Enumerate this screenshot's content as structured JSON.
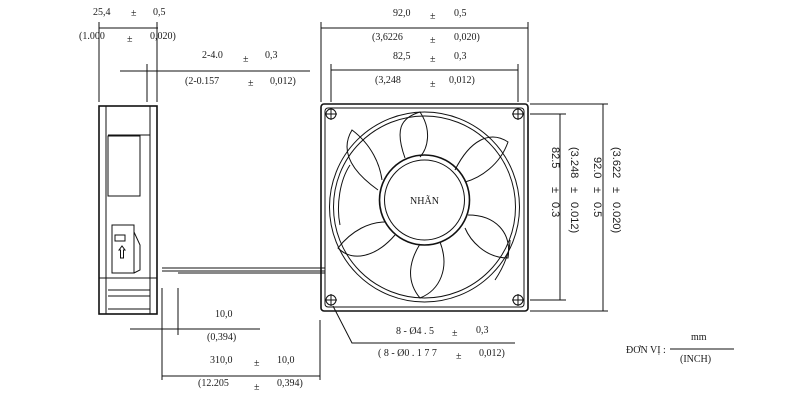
{
  "dims": {
    "thickness": {
      "mm": "25,4",
      "pm": "±",
      "tol": "0,5",
      "inch": "(1.000",
      "inch_tol": "0,020)"
    },
    "mount_holes_side": {
      "mm": "2-4.0",
      "pm": "±",
      "tol": "0,3",
      "inch": "(2-0.157",
      "inch_tol": "0,012)"
    },
    "width_outer": {
      "mm": "92,0",
      "pm": "±",
      "tol": "0,5",
      "inch": "(3,6226",
      "inch_tol": "0,020)"
    },
    "width_holes": {
      "mm": "82,5",
      "pm": "±",
      "tol": "0,3",
      "inch": "(3,248",
      "inch_tol": "0,012)"
    },
    "height_holes": {
      "mm": "82.5",
      "pm": "±",
      "tol": "0.3",
      "inch": "(3.248",
      "inch_tol": "0.012)"
    },
    "height_outer": {
      "mm": "92.0",
      "pm": "±",
      "tol": "0.5",
      "inch": "(3.622",
      "inch_tol": "0.020)"
    },
    "wire_strip": {
      "mm": "10,0",
      "inch": "(0,394)"
    },
    "wire_length": {
      "mm": "310,0",
      "pm": "±",
      "tol": "10,0",
      "inch": "(12.205",
      "inch_tol": "0,394)"
    },
    "hole_dia": {
      "mm": "8 - Ø4 . 5",
      "pm": "±",
      "tol": "0,3",
      "inch": "( 8 - Ø0 . 1 7 7",
      "inch_tol": "0,012)"
    }
  },
  "hub_label": "NHÃN",
  "unit": {
    "label": "ĐƠN VỊ :",
    "mm": "mm",
    "inch": "(INCH)"
  }
}
